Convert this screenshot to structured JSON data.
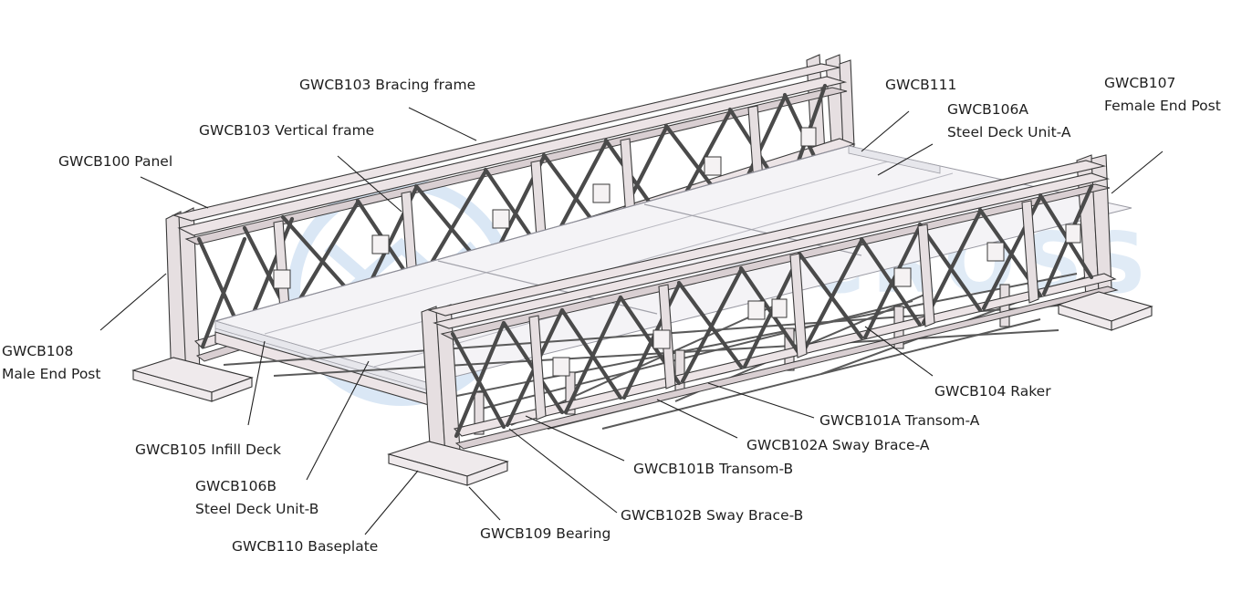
{
  "labels": {
    "bracing_frame": "GWCB103 Bracing frame",
    "vertical_frame": "GWCB103 Vertical frame",
    "panel": "GWCB100 Panel",
    "gwcb111": "GWCB111",
    "deck_unit_a_code": "GWCB106A",
    "deck_unit_a_name": "Steel Deck Unit-A",
    "female_end_post_code": "GWCB107",
    "female_end_post_name": "Female End Post",
    "male_end_post_code": "GWCB108",
    "male_end_post_name": "Male End Post",
    "raker": "GWCB104 Raker",
    "transom_a": "GWCB101A  Transom-A",
    "sway_brace_a": "GWCB102A  Sway Brace-A",
    "infill_deck": "GWCB105  Infill Deck",
    "transom_b": "GWCB101B  Transom-B",
    "deck_unit_b_code": "GWCB106B",
    "deck_unit_b_name": "Steel Deck Unit-B",
    "sway_brace_b": "GWCB102B Sway Brace-B",
    "bearing": "GWCB109 Bearing",
    "baseplate": "GWCB110 Baseplate"
  },
  "watermark": {
    "text": "EVERCROSS",
    "color": "#bcd4ec"
  },
  "colors": {
    "steel": "#ece4e6",
    "deck": "#f4f3f6",
    "outline": "#3a3a3a"
  }
}
